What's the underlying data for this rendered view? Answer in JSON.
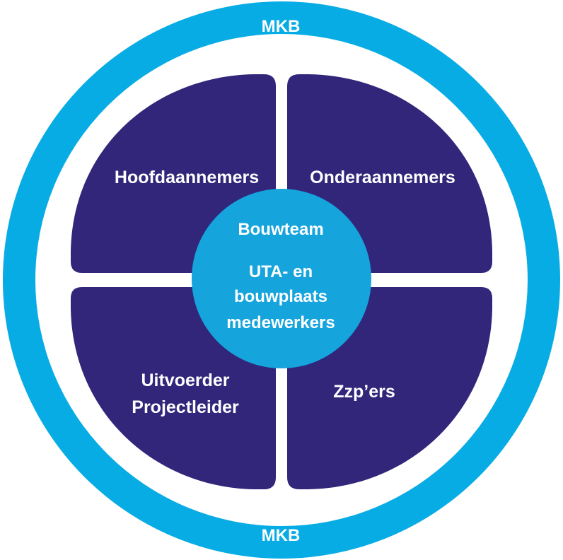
{
  "colors": {
    "outer_ring": "#08ace4",
    "quadrant": "#31267a",
    "center": "#15a4dc",
    "text": "#ffffff",
    "background": "#ffffff"
  },
  "ring": {
    "top_label": "MKB",
    "bottom_label": "MKB"
  },
  "quadrants": {
    "top_left": {
      "label": "Hoofdaannemers"
    },
    "top_right": {
      "label": "Onderaannemers"
    },
    "bottom_left": {
      "lines": [
        "Uitvoerder",
        "Projectleider"
      ]
    },
    "bottom_right": {
      "label": "Zzp’ers"
    }
  },
  "center": {
    "title": "Bouwteam",
    "lines": [
      "UTA- en",
      "bouwplaats",
      "medewerkers"
    ]
  }
}
